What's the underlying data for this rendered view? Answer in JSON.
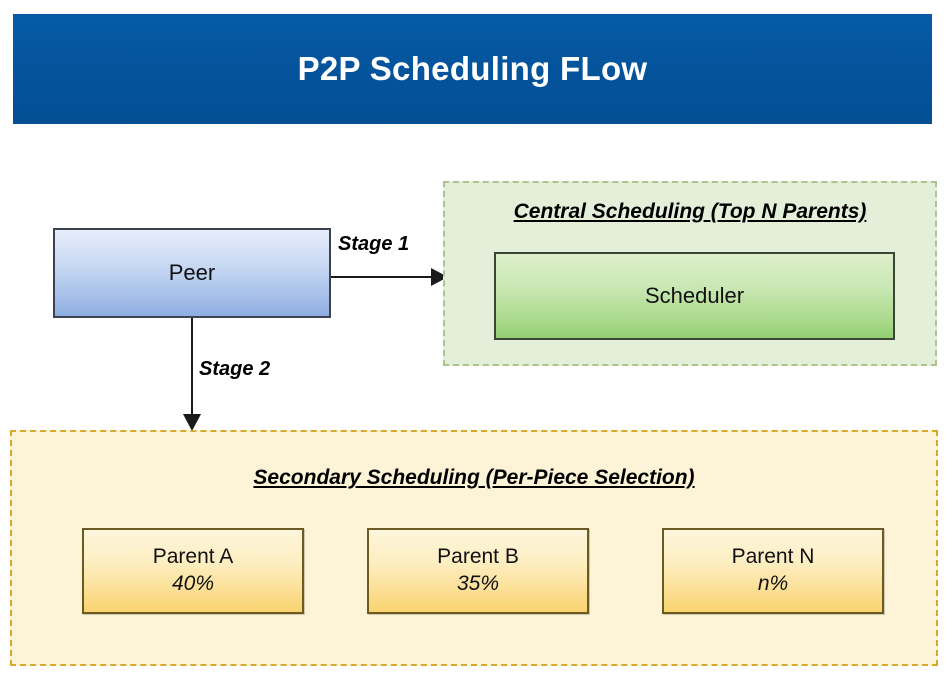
{
  "banner": {
    "title": "P2P Scheduling FLow",
    "background_color": "#05549c",
    "text_color": "#ffffff"
  },
  "nodes": {
    "peer": {
      "label": "Peer",
      "fill_top": "#e6edfa",
      "fill_bottom": "#8eaee2",
      "border_color": "#3c4250"
    },
    "scheduler": {
      "label": "Scheduler",
      "fill_top": "#dcefcb",
      "fill_bottom": "#93cf72",
      "border_color": "#3a4536"
    }
  },
  "regions": {
    "central": {
      "title": "Central Scheduling (Top N Parents)",
      "background_color": "#e4efda",
      "border_color": "#aec48c",
      "border_style": "dashed"
    },
    "secondary": {
      "title": "Secondary Scheduling (Per-Piece Selection)",
      "background_color": "#fdf3d6",
      "border_color": "#d6aa2c",
      "border_style": "dashed"
    }
  },
  "parents": [
    {
      "name": "Parent A",
      "share": "40%"
    },
    {
      "name": "Parent B",
      "share": "35%"
    },
    {
      "name": "Parent N",
      "share": "n%"
    }
  ],
  "edges": [
    {
      "label": "Stage 1",
      "from": "peer",
      "to": "central-scheduling",
      "direction": "right"
    },
    {
      "label": "Stage 2",
      "from": "peer",
      "to": "secondary-scheduling",
      "direction": "down"
    }
  ]
}
